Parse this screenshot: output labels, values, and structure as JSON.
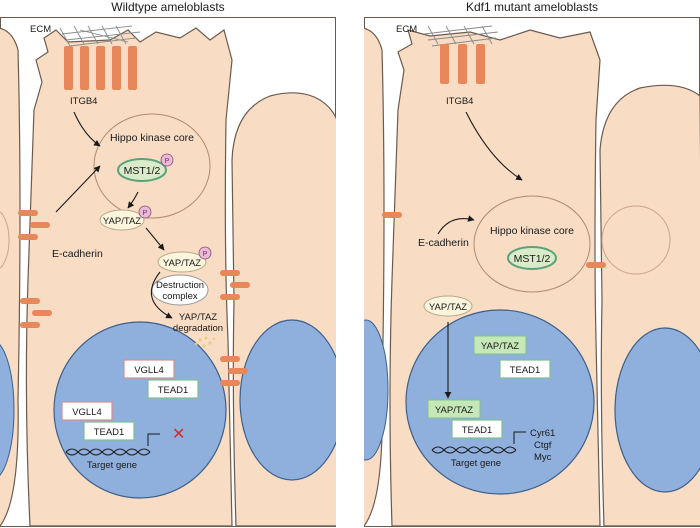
{
  "left_panel": {
    "title": "Wildtype ameloblasts",
    "ecm": "ECM",
    "itgb4": "ITGB4",
    "hippo_core": "Hippo kinase core",
    "mst": "MST1/2",
    "yap_taz_1": "YAP/TAZ",
    "yap_taz_2": "YAP/TAZ",
    "destruction_line1": "Destruction",
    "destruction_line2": "complex",
    "degradation_line1": "YAP/TAZ",
    "degradation_line2": "degradation",
    "ecadherin": "E-cadherin",
    "vgll4_a": "VGLL4",
    "tead1_a": "TEAD1",
    "vgll4_b": "VGLL4",
    "tead1_b": "TEAD1",
    "target_gene": "Target gene",
    "phospho": "P",
    "repressed_mark": "✕"
  },
  "right_panel": {
    "title": "Kdf1 mutant ameloblasts",
    "ecm": "ECM",
    "itgb4": "ITGB4",
    "hippo_core": "Hippo kinase core",
    "mst": "MST1/2",
    "ecadherin": "E-cadherin",
    "yap_taz_cyto": "YAP/TAZ",
    "yap_taz_nuc_1": "YAP/TAZ",
    "tead1_1": "TEAD1",
    "yap_taz_nuc_2": "YAP/TAZ",
    "tead1_2": "TEAD1",
    "target_gene": "Target gene",
    "genes": [
      "Cyr61",
      "Ctgf",
      "Myc"
    ]
  },
  "colors": {
    "cell_fill": "#f8dcc4",
    "cell_stroke": "#6b5b4e",
    "nucleus_fill": "#8fb0dc",
    "nucleus_stroke": "#3d5f8a",
    "receptor": "#e8875a",
    "mst_fill": "#d9ebc8",
    "mst_stroke": "#5aa37a",
    "yap_fill": "#fbf5dc",
    "vgll4_stroke": "#d98c8c",
    "tead_stroke": "#7fbf8f",
    "yap_nuclear_fill": "#c6e8b8",
    "phospho_fill": "#e9b9d8",
    "repress_mark": "#d6282a"
  }
}
